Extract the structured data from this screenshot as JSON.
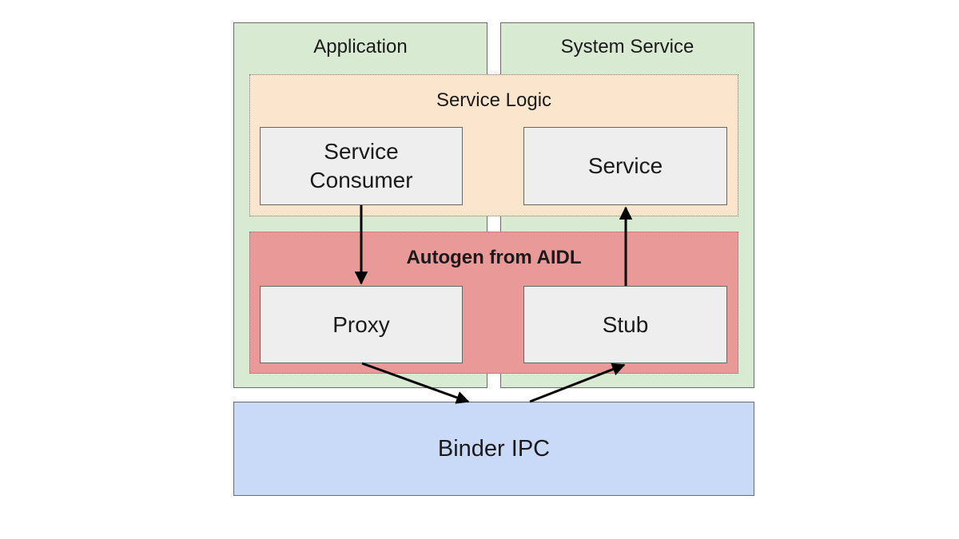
{
  "columns": {
    "application": "Application",
    "system_service": "System Service"
  },
  "bands": {
    "service_logic": "Service Logic",
    "autogen": "Autogen from AIDL"
  },
  "components": {
    "service_consumer_line1": "Service",
    "service_consumer_line2": "Consumer",
    "service": "Service",
    "proxy": "Proxy",
    "stub": "Stub"
  },
  "binder": "Binder IPC",
  "colors": {
    "column_fill": "#d9ead3",
    "service_logic_fill": "#fce5cd",
    "autogen_fill": "#ea9999",
    "component_fill": "#eeeeee",
    "binder_fill": "#c9daf8"
  }
}
